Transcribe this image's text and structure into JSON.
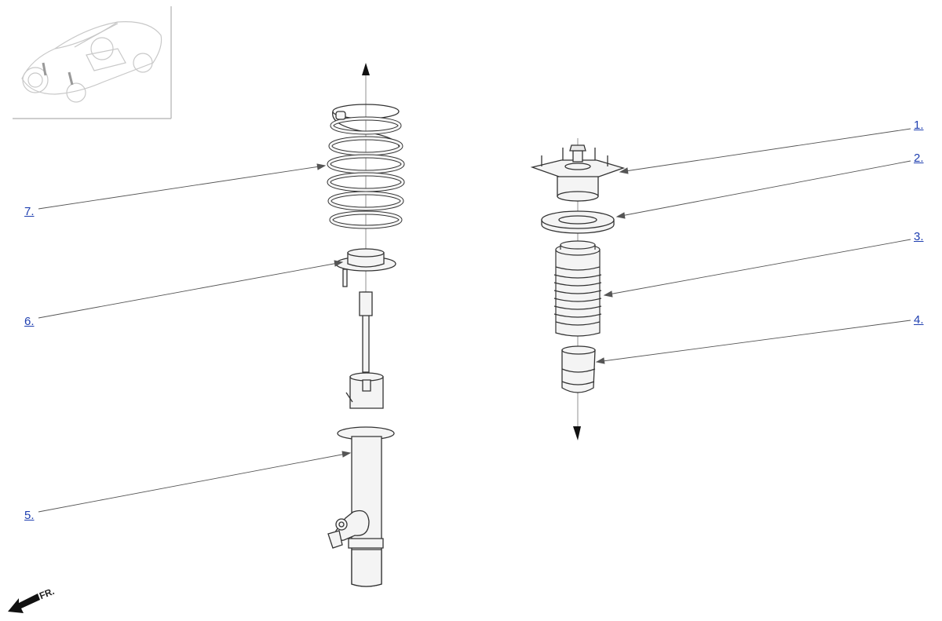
{
  "callouts": [
    {
      "id": "1",
      "label": "1."
    },
    {
      "id": "2",
      "label": "2."
    },
    {
      "id": "3",
      "label": "3."
    },
    {
      "id": "4",
      "label": "4."
    },
    {
      "id": "5",
      "label": "5."
    },
    {
      "id": "6",
      "label": "6."
    },
    {
      "id": "7",
      "label": "7."
    }
  ],
  "front_indicator": {
    "label": "FR."
  },
  "colors": {
    "link": "#1f3fb0",
    "line": "#555555",
    "part_fill": "#f4f4f4",
    "part_stroke": "#333333",
    "thumb_stroke": "#c8c8c8"
  },
  "icons": [
    "vehicle-location-thumbnail",
    "front-direction-arrow"
  ]
}
